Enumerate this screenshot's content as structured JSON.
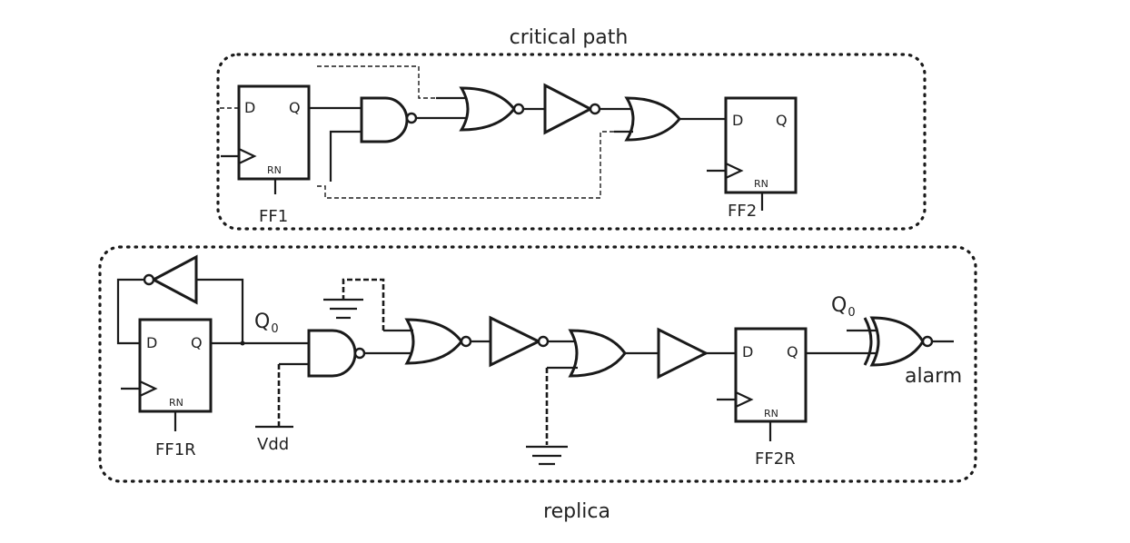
{
  "critical_path": {
    "title": "critical path",
    "ff1": {
      "name": "FF1",
      "d": "D",
      "q": "Q",
      "rn": "RN"
    },
    "ff2": {
      "name": "FF2",
      "d": "D",
      "q": "Q",
      "rn": "RN"
    }
  },
  "replica": {
    "title": "replica",
    "ff1r": {
      "name": "FF1R",
      "d": "D",
      "q": "Q",
      "rn": "RN"
    },
    "ff2r": {
      "name": "FF2R",
      "d": "D",
      "q": "Q",
      "rn": "RN"
    },
    "q0_label": "Q",
    "q0_sub": "0",
    "q0_xor_label": "Q",
    "q0_xor_sub": "0",
    "vdd_label": "Vdd",
    "alarm_label": "alarm"
  }
}
